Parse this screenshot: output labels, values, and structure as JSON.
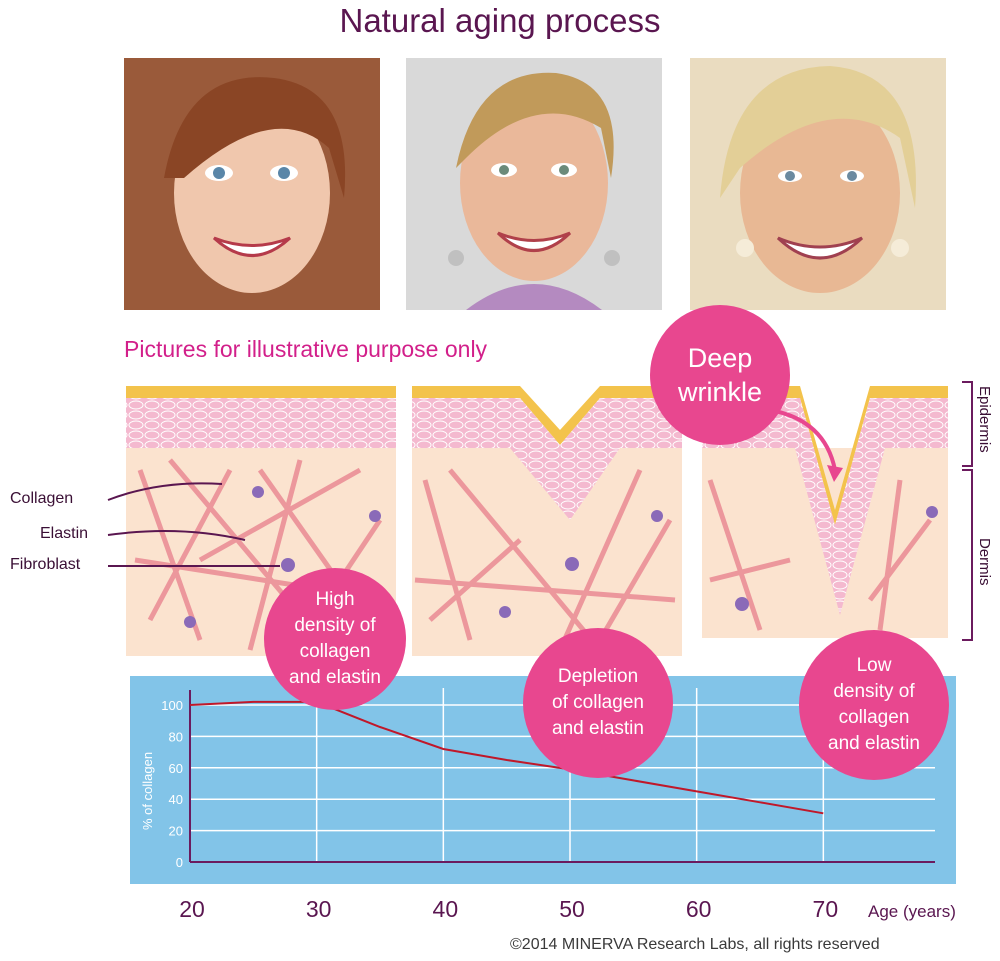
{
  "title": "Natural aging process",
  "disclaimer": "Pictures for illustrative purpose only",
  "bubbles": {
    "deep_wrinkle": "Deep\nwrinkle",
    "high_density": "High\ndensity  of\ncollagen\nand elastin",
    "depletion": "Depletion\nof collagen\nand elastin",
    "low_density": "Low\ndensity of\ncollagen\nand elastin"
  },
  "skin_labels": {
    "collagen": "Collagen",
    "elastin": "Elastin",
    "fibroblast": "Fibroblast",
    "epidermis": "Epidermis",
    "dermis": "Dermis"
  },
  "colors": {
    "title": "#5a1650",
    "accent": "#d21f8a",
    "bubble": "#e8478f",
    "chart_bg": "#82c4e8",
    "curve": "#c0182a",
    "axis": "#6b1b5e"
  },
  "chart_data": {
    "type": "line",
    "title": "",
    "xlabel": "Age (years)",
    "ylabel": "% of collagen",
    "xticks": [
      20,
      30,
      40,
      50,
      60,
      70
    ],
    "yticks": [
      0,
      20,
      40,
      60,
      80,
      100
    ],
    "xlim": [
      20,
      80
    ],
    "ylim": [
      0,
      100
    ],
    "grid": true,
    "series": [
      {
        "x": [
          20,
          25,
          30,
          35,
          40,
          45,
          50,
          55,
          60,
          65,
          70
        ],
        "values": [
          100,
          102,
          102,
          86,
          72,
          65,
          59,
          52,
          45,
          38,
          31
        ]
      }
    ]
  },
  "copyright": "©2014 MINERVA Research Labs, all rights reserved"
}
